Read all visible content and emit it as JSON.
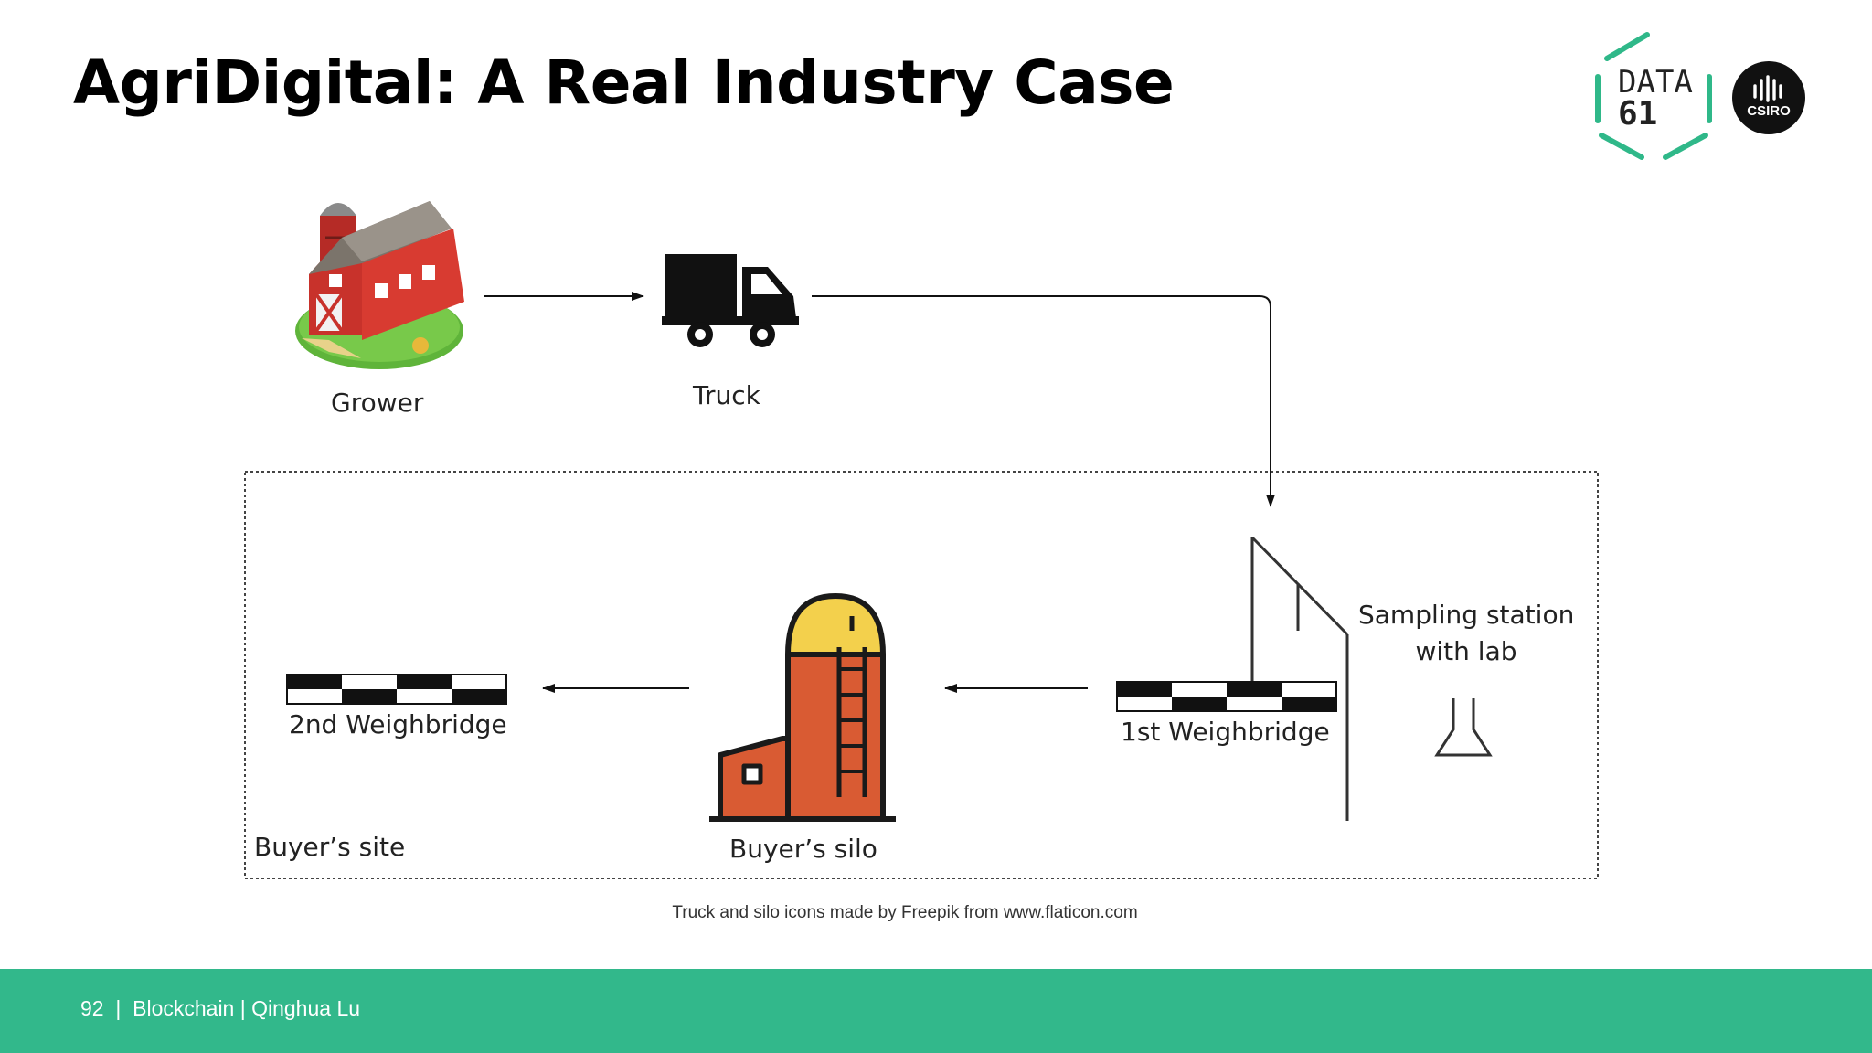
{
  "slide": {
    "title": "AgriDigital: A Real Industry Case"
  },
  "logos": {
    "data61_line1": "DATA",
    "data61_line2": "61",
    "csiro_text": "CSIRO"
  },
  "diagram": {
    "nodes": {
      "grower": "Grower",
      "truck": "Truck",
      "sampling_line1": "Sampling station",
      "sampling_line2": "with lab",
      "weighbridge1": "1st Weighbridge",
      "buyers_silo": "Buyer’s silo",
      "weighbridge2": "2nd Weighbridge"
    },
    "region_label": "Buyer’s site",
    "credit": "Truck and silo icons made by Freepik from www.flaticon.com"
  },
  "footer": {
    "text": "92  |  Blockchain | Qinghua Lu",
    "color": "#32b88b"
  },
  "colors": {
    "barn_red": "#c8322b",
    "silo_orange": "#d95b33",
    "silo_dome": "#f3d04c",
    "data61_green": "#2fb889"
  }
}
